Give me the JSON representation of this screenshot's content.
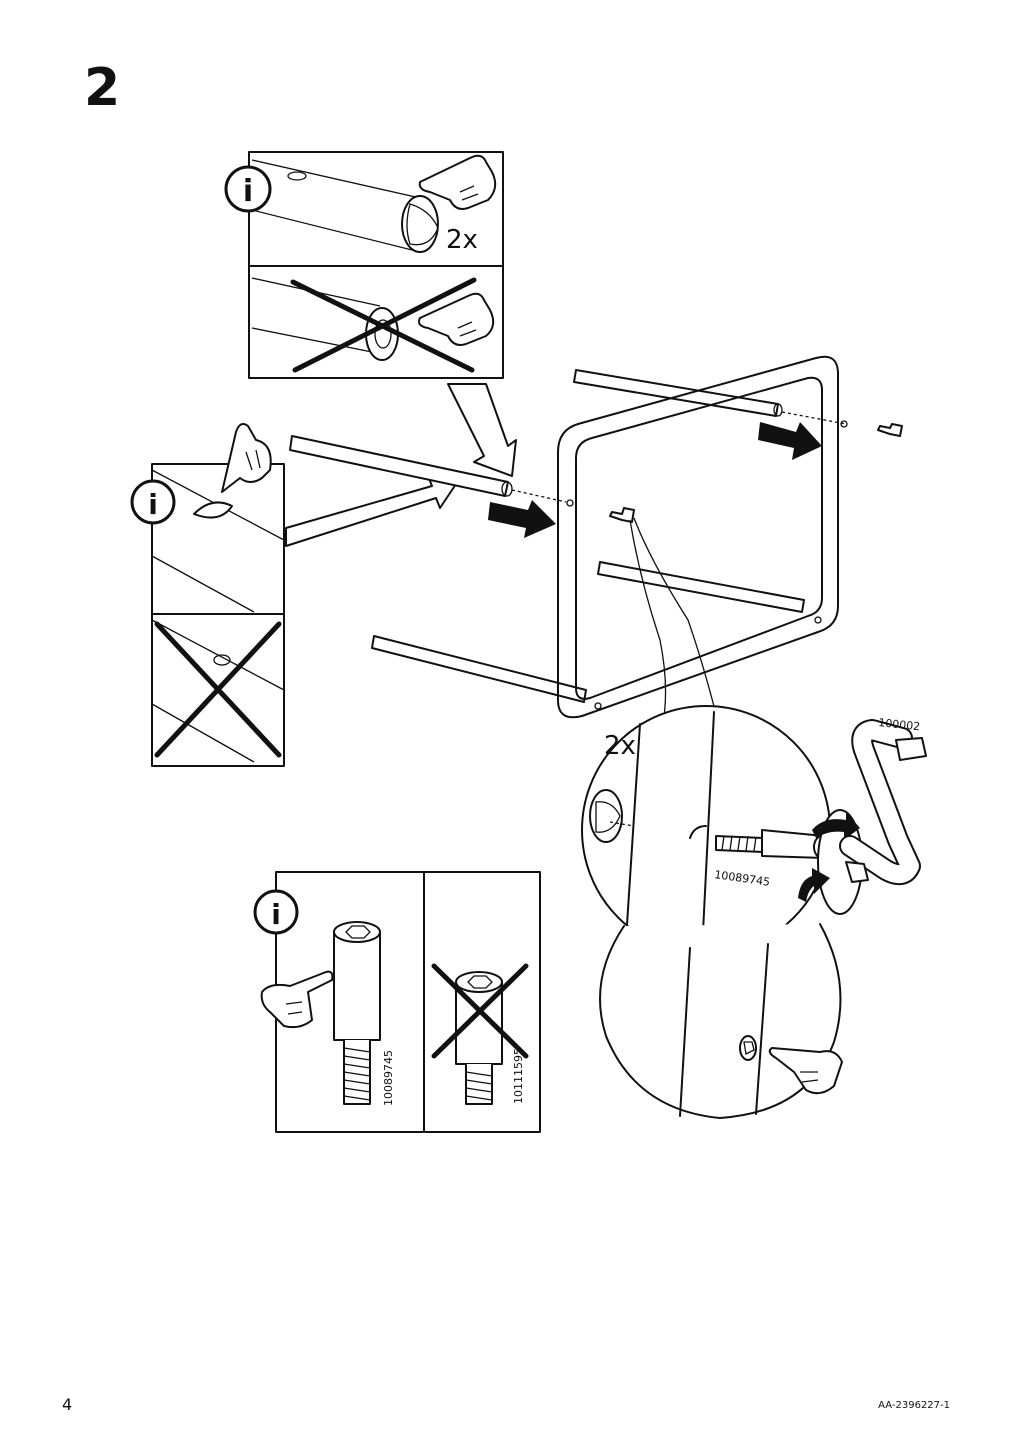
{
  "step": {
    "number": "2"
  },
  "quantities": {
    "top_panel": "2x",
    "screw_callout": "2x"
  },
  "parts": {
    "tool_id": "100002",
    "screw_id": "10089745",
    "correct_screw_id": "10089745",
    "wrong_screw_id": "10111595"
  },
  "icons": [
    "info-icon",
    "hand-pointing-icon",
    "arrow-icon",
    "rotate-arrow-icon",
    "cross-mark-icon",
    "allen-key-icon"
  ],
  "footer": {
    "page_number": "4",
    "doc_code": "AA-2396227-1"
  }
}
